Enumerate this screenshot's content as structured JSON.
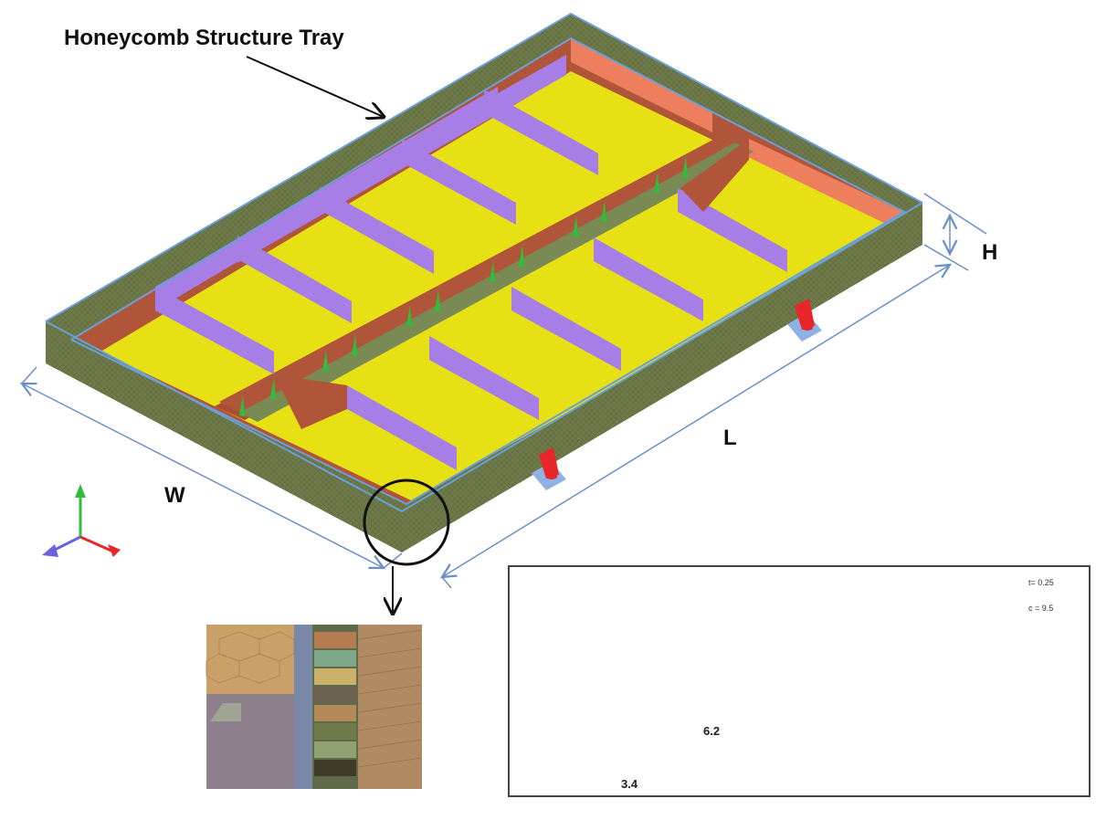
{
  "title": "Honeycomb Structure Tray",
  "dimensions": {
    "height_label": "H",
    "length_label": "L",
    "width_label": "W"
  },
  "honeycomb_detail": {
    "thickness_label": "t= 0.25",
    "core_label": "c = 9.5",
    "cell_size_label": "6.2",
    "cell_wall_label": "3.4"
  },
  "colors": {
    "tray_wall": "#6f7a4b",
    "rib_brown": "#b0553a",
    "end_wall": "#ee7f5e",
    "floor_yellow": "#e6e015",
    "divider_purple": "#a77ee6",
    "core_blue": "#5fa8e6",
    "support_red": "#e8262a",
    "dimension_line": "#6b8fc9"
  }
}
